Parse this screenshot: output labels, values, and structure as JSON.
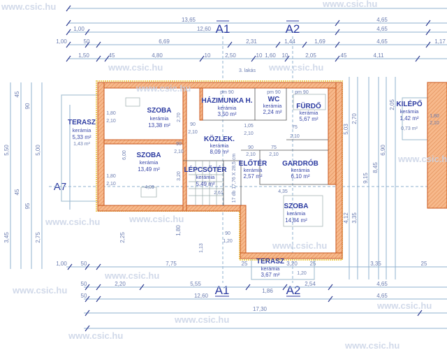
{
  "plan": {
    "watermark": "www.csic.hu",
    "apartment_label": "3. lakás",
    "sections": {
      "a1": "A1",
      "a2": "A2",
      "a7": "A7"
    },
    "colors": {
      "wall": "#f3a774",
      "wall_outline": "#c8561c",
      "dimension": "#8fb0cf",
      "room_text": "#2b3aa0"
    }
  },
  "rooms": [
    {
      "name": "TERASZ",
      "material": "kerámia",
      "area": "5,33 m²",
      "extra": "1,43 m²"
    },
    {
      "name": "SZOBA",
      "material": "kerámia",
      "area": "13,38 m²"
    },
    {
      "name": "HÁZIMUNKA H.",
      "material": "kerámia",
      "area": "3,50 m²"
    },
    {
      "name": "WC",
      "material": "kerámia",
      "area": "2,24 m²"
    },
    {
      "name": "FÜRDŐ",
      "material": "kerámia",
      "area": "5,67 m²"
    },
    {
      "name": "KÖZLEK.",
      "material": "kerámia",
      "area": "8,09 m²"
    },
    {
      "name": "SZOBA",
      "material": "kerámia",
      "area": "13,49 m²"
    },
    {
      "name": "LÉPCSŐTÉR",
      "material": "kerámia",
      "area": "5,49 m²"
    },
    {
      "name": "ELŐTÉR",
      "material": "kerámia",
      "area": "2,57 m²"
    },
    {
      "name": "GARDRÓB",
      "material": "kerámia",
      "area": "6,10 m²"
    },
    {
      "name": "SZOBA",
      "material": "kerámia",
      "area": "14,84 m²"
    },
    {
      "name": "TERASZ",
      "material": "kerámia",
      "area": "3,67 m²"
    },
    {
      "name": "KILÉPŐ",
      "material": "kerámia",
      "area": "1,42 m²",
      "extra": "0,73 m²"
    }
  ],
  "stair_note": "17 db 17,76 X 28,5 cm",
  "dims_top": [
    "13,65",
    "4,65",
    "1,00",
    "12,60",
    "4,65",
    "1,00",
    "50",
    "6,69",
    "2,31",
    "1,44",
    "1,69",
    "4,65",
    "1,17",
    "1,50",
    "45",
    "4,80",
    "10",
    "2,50",
    "10",
    "1,60",
    "10",
    "2,05",
    "45",
    "4,11"
  ],
  "dims_bottom": [
    "1,00",
    "50",
    "7,75",
    "25",
    "3,20",
    "25",
    "3,35",
    "25",
    "50",
    "2,20",
    "5,55",
    "1,86",
    "2,54",
    "4,65",
    "50",
    "12,60",
    "4,65",
    "17,30"
  ],
  "dims_left": [
    "5,50",
    "3,45",
    "5,00",
    "2,75",
    "45",
    "90",
    "45",
    "95",
    "2,25",
    "1,80"
  ],
  "dims_right": [
    "5,03",
    "2,70",
    "2,05",
    "6,90",
    "8,45",
    "9,15",
    "4,12",
    "3,35"
  ],
  "openings": [
    "pm 90",
    "pm 90",
    "pm 90",
    "1,80",
    "2,10",
    "1,80",
    "2,10",
    "90",
    "2,10",
    "90",
    "2,10",
    "1,05",
    "2,10",
    "75",
    "2,10",
    "90",
    "2,10",
    "75",
    "2,10",
    "6,00",
    "2,70",
    "3,20",
    "4,09",
    "2,61",
    "4,35",
    "90",
    "1,20",
    "1,20",
    "1,13",
    "1,80",
    "2,10"
  ]
}
